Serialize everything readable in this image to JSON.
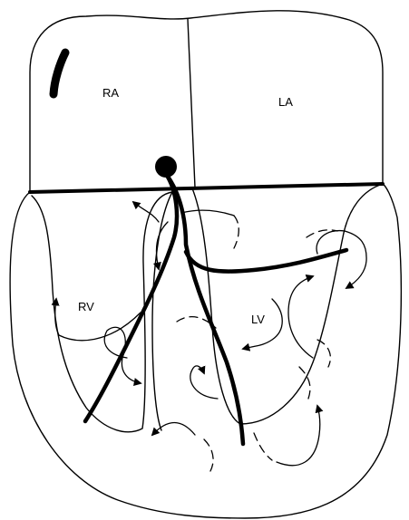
{
  "labels": {
    "ra": "RA",
    "la": "LA",
    "rv": "RV",
    "lv": "LV"
  },
  "colors": {
    "stroke": "#000000",
    "background": "#ffffff"
  }
}
